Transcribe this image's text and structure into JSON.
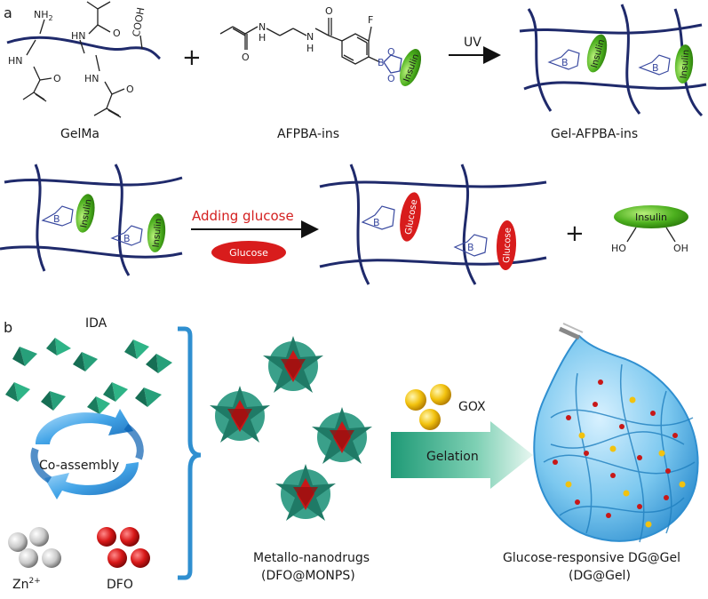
{
  "panel_a": {
    "letter": "a",
    "labels": {
      "gelma": "GelMa",
      "afpba": "AFPBA-ins",
      "gel_afpba": "Gel-AFPBA-ins"
    },
    "arrow_uv": "UV",
    "plus": "+",
    "add_glucose": "Adding glucose",
    "glucose_pill": "Glucose",
    "insulin_pill": "Insulin",
    "chem": {
      "nh2": "NH",
      "nh2_sub": "2",
      "hn": "HN",
      "hn2": "HN",
      "hn3": "HN",
      "o": "O",
      "cooh": "COOH",
      "n_h": "N",
      "h": "H",
      "f": "F",
      "b": "B",
      "ho": "HO",
      "oh": "OH"
    },
    "colors": {
      "strand": "#1f2a6b",
      "insulin": "#4caf1e",
      "glucose": "#d81c1c",
      "arrow_red_text": "#d42020"
    }
  },
  "panel_b": {
    "letter": "b",
    "ida": "IDA",
    "coassembly": "Co-assembly",
    "zn": "Zn",
    "zn_sup": "2+",
    "dfo": "DFO",
    "nanodrugs_1": "Metallo-nanodrugs",
    "nanodrugs_2": "(DFO@MONPS)",
    "gox": "GOX",
    "gelation": "Gelation",
    "gel_1": "Glucose-responsive DG@Gel",
    "gel_2": "(DG@Gel)",
    "colors": {
      "ida": "#27a07a",
      "bracket": "#2f8fd0",
      "dfo": "#d41818",
      "gox": "#f2c20e",
      "gel": "#4fb3e6"
    }
  }
}
